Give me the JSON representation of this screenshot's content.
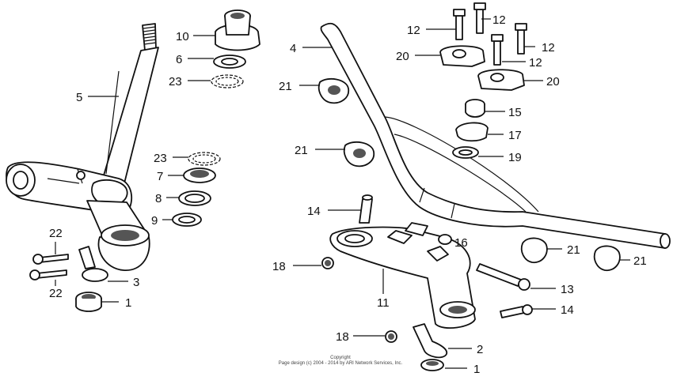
{
  "diagram": {
    "callouts": [
      "10",
      "6",
      "23",
      "5",
      "23",
      "7",
      "8",
      "9",
      "22",
      "22",
      "3",
      "1",
      "4",
      "21",
      "21",
      "12",
      "12",
      "12",
      "12",
      "20",
      "20",
      "15",
      "17",
      "19",
      "14",
      "16",
      "18",
      "11",
      "13",
      "21",
      "21",
      "14",
      "18",
      "2",
      "1"
    ]
  },
  "copyright": {
    "line1": "Copyright",
    "line2": "Page design (c) 2004 - 2014 by ARI Network Services, Inc."
  }
}
